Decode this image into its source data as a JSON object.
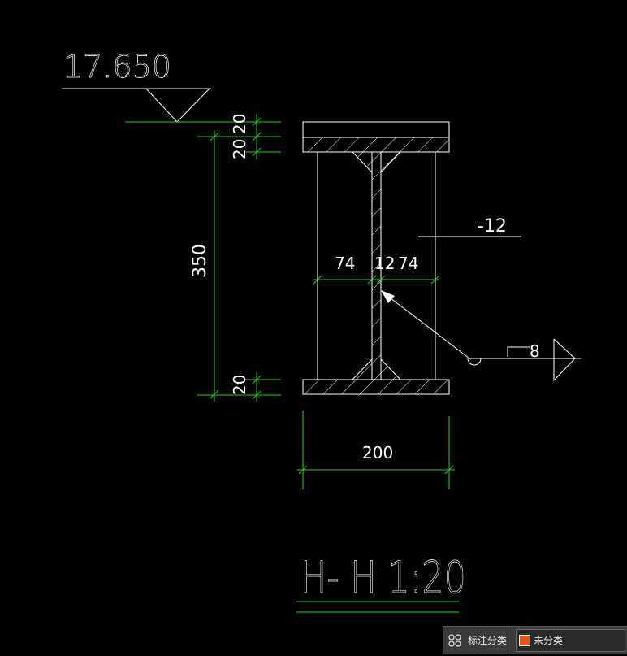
{
  "drawing": {
    "elevation_label": "17.650",
    "dim_top_flange": "20",
    "dim_top_weld": "20",
    "dim_web_height": "350",
    "dim_bottom_flange": "20",
    "dim_left_width": "74",
    "dim_web_thickness": "12",
    "dim_right_width": "74",
    "plate_callout": "-12",
    "weld_size": "8",
    "dim_total_width": "200",
    "section_title": "H- H 1:20"
  },
  "statusbar": {
    "icon": "grid-icon",
    "category_label": "标注分类",
    "category_value": "未分类",
    "swatch_color": "#e8541a"
  },
  "colors": {
    "background": "#000000",
    "geometry": "#ffffff",
    "dimension": "#1fcf1f"
  }
}
